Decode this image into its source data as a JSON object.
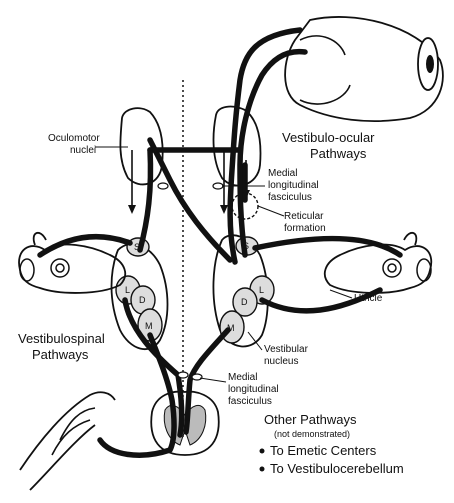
{
  "labels": {
    "oculomotor": [
      "Oculomotor",
      "nuclei"
    ],
    "vor": [
      "Vestibulo-ocular",
      "Pathways"
    ],
    "mlf_top": [
      "Medial",
      "longitudinal",
      "fasciculus"
    ],
    "reticular": [
      "Reticular",
      "formation"
    ],
    "utricle": "Utricle",
    "vsp": [
      "Vestibulospinal",
      "Pathways"
    ],
    "vest_nucleus": [
      "Vestibular",
      "nucleus"
    ],
    "mlf_bottom": [
      "Medial",
      "longitudinal",
      "fasciculus"
    ],
    "other": "Other Pathways",
    "not_demo": "(not demonstrated)",
    "bullets": [
      "To Emetic Centers",
      "To Vestibulocerebellum"
    ],
    "nucleus_letters": {
      "s": "S",
      "l": "L",
      "d": "D",
      "m": "M"
    }
  }
}
